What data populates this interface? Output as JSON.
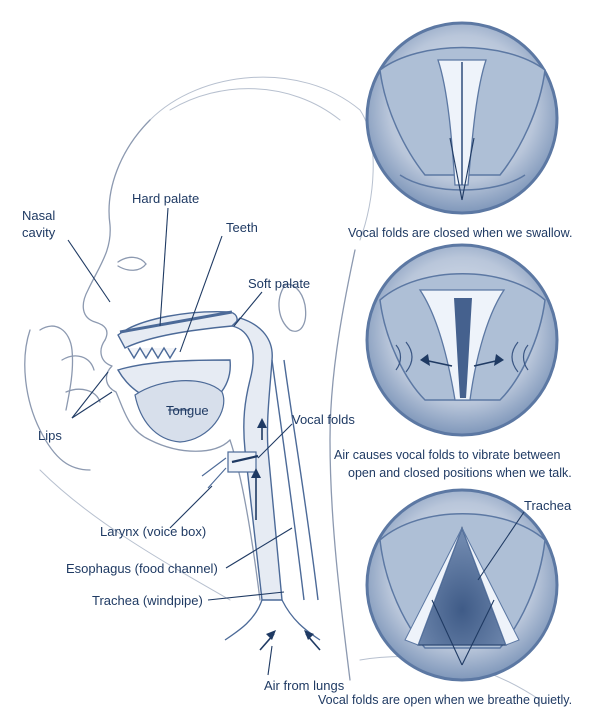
{
  "labels": {
    "nasal_cavity_line1": "Nasal",
    "nasal_cavity_line2": "cavity",
    "hard_palate": "Hard palate",
    "teeth": "Teeth",
    "soft_palate": "Soft palate",
    "lips": "Lips",
    "tongue": "Tongue",
    "vocal_folds": "Vocal folds",
    "larynx": "Larynx (voice box)",
    "esophagus": "Esophagus (food channel)",
    "trachea_windpipe": "Trachea (windpipe)",
    "air_from_lungs": "Air from lungs",
    "trachea": "Trachea"
  },
  "captions": {
    "closed": "Vocal folds are closed when we swallow.",
    "vibrate_line1": "Air causes vocal folds to vibrate between",
    "vibrate_line2": "open and closed positions when we talk.",
    "open": "Vocal folds are open when we breathe quietly."
  },
  "colors": {
    "label_text": "#1f3a63",
    "circle_fill": "#c9d3e2",
    "circle_rim": "#5c78a3",
    "sketch": "#8c99b0",
    "airway": "#e6ebf3"
  }
}
